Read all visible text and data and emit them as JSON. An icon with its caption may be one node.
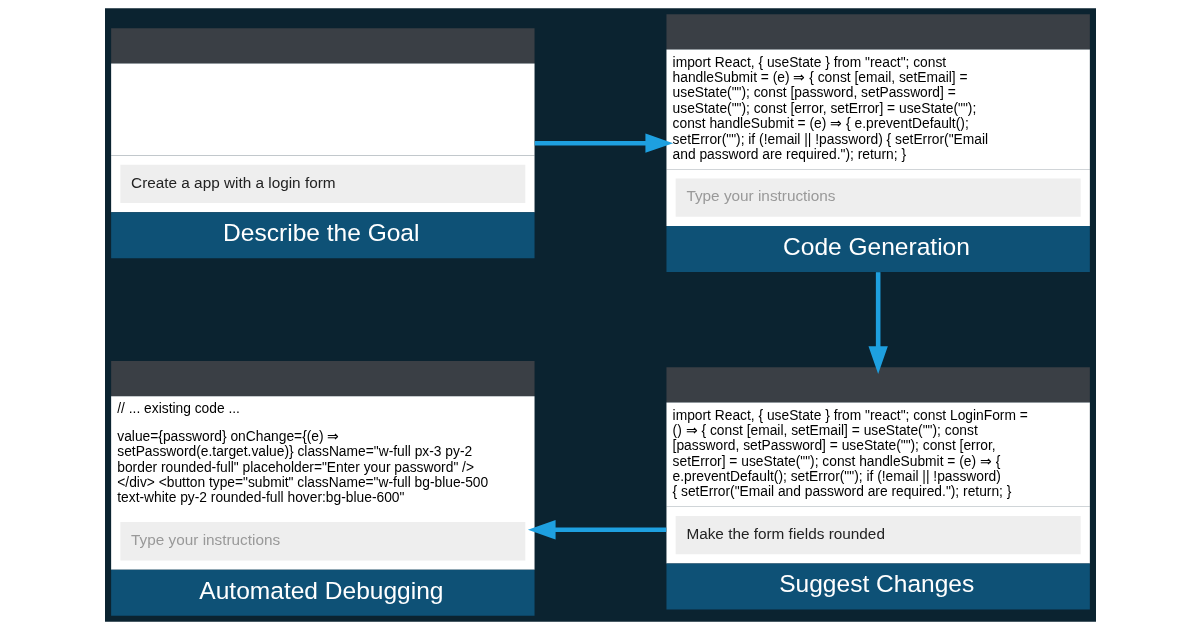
{
  "diagram": {
    "nodes": [
      {
        "text": [
          "Create a app with a login form",
          "Describe the Goal"
        ]
      },
      {
        "text": [
          "import React, { useState } from \"react\"; const handleSubmit = (e) ⇒ { const [email, setEmail] = useState(\"\"); const [password, setPassword] = useState(\"\"); const [error, setError] = useState(\"\"); const handleSubmit = (e) ⇒ { e.preventDefault(); setError(\"\"); if (!email || !password) { setError(\"Email and password are required.\"); return; }",
          "Type your instructions",
          "Code Generation"
        ]
      },
      {
        "text": [
          "// ... existing code ...",
          "value={password} onChange={(e) ⇒ setPassword(e.target.value)} className=\"w-full px-3 py-2 border rounded-full\" placeholder=\"Enter your password\" /> </div> <button type=\"submit\" className=\"w-full bg-blue-500 text-white py-2 rounded-full hover:bg-blue-600\"",
          "Type your instructions",
          "Automated Debugging"
        ]
      },
      {
        "text": [
          "import React, { useState } from \"react\"; const LoginForm = () ⇒ { const [email, setEmail] = useState(\"\"); const [password, setPassword] = useState(\"\"); const [error, setError] = useState(\"\"); const handleSubmit = (e) ⇒ { e.preventDefault(); setError(\"\"); if (!email || !password) { setError(\"Email and password are required.\"); return; }",
          "Make the form fields rounded",
          "Suggest Changes"
        ]
      }
    ],
    "edges": [
      {
        "from": 0,
        "to": 1,
        "arrow": "to"
      },
      {
        "from": 1,
        "to": 3,
        "arrow": "to"
      },
      {
        "from": 3,
        "to": 2,
        "arrow": "to"
      }
    ]
  }
}
